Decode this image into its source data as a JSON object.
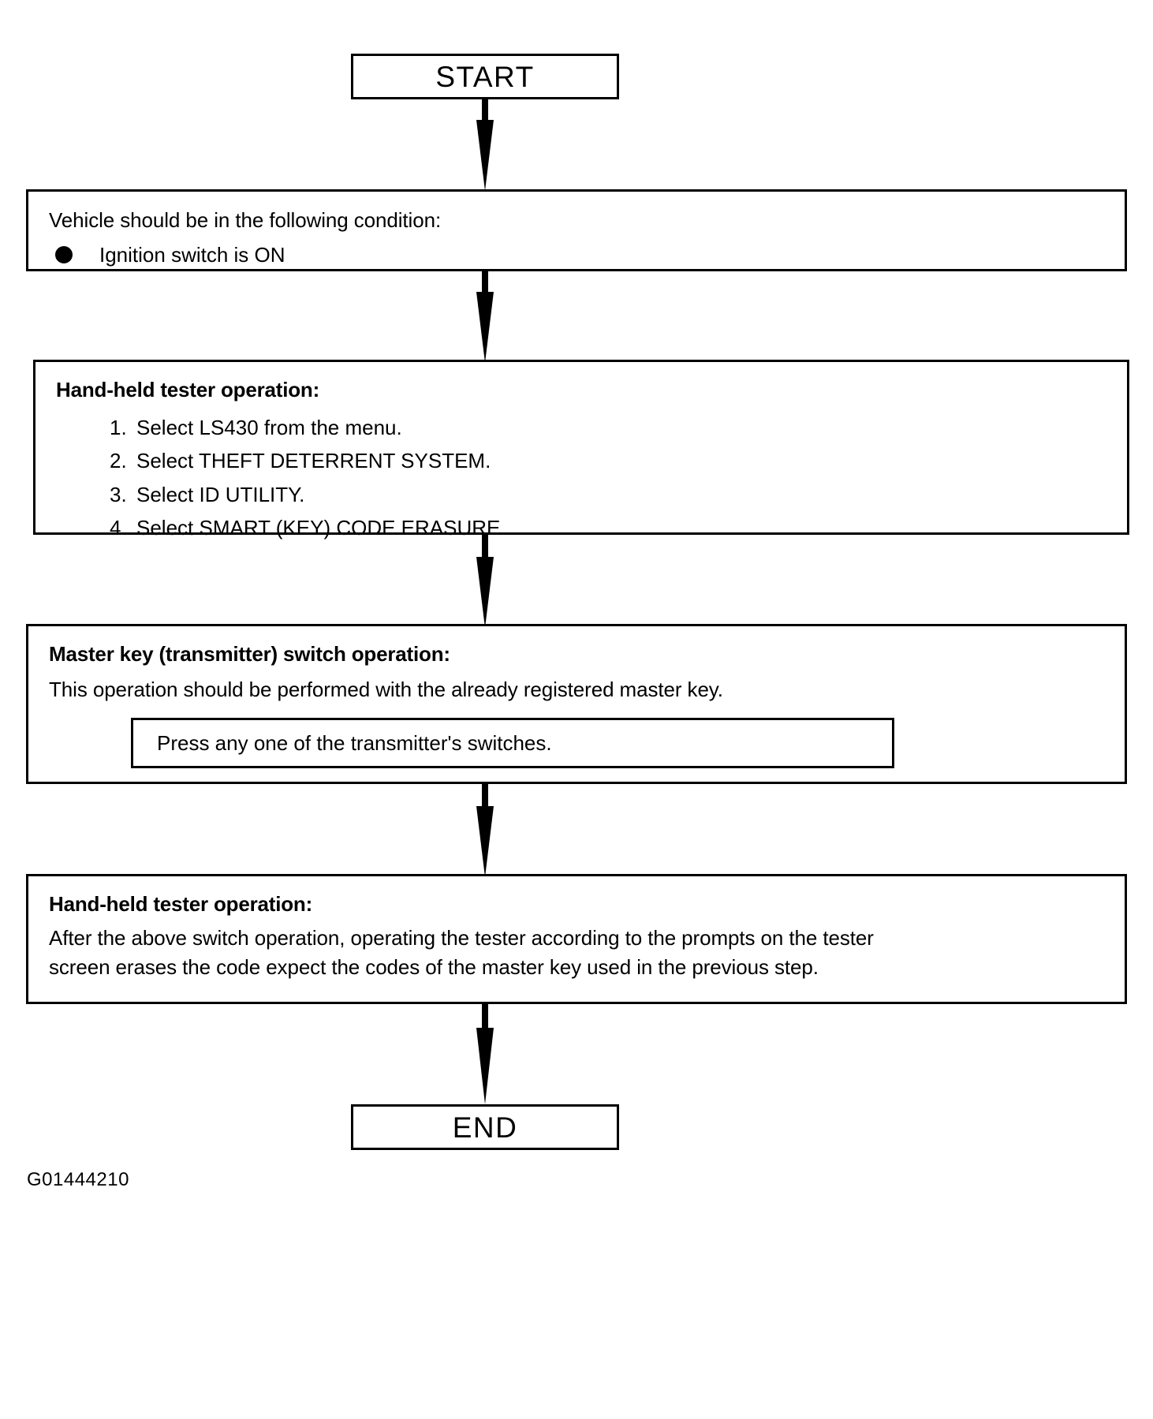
{
  "diagram": {
    "caption": "G01444210",
    "stroke_color": "#000000",
    "background_color": "#ffffff"
  },
  "start": {
    "label": "START"
  },
  "end": {
    "label": "END"
  },
  "nodes": {
    "condition": {
      "text": "Vehicle should be in the following condition:",
      "bullets": [
        {
          "marker": "filled-circle",
          "label": "Ignition switch is ON"
        }
      ]
    },
    "tester_menu": {
      "title": "Hand-held tester operation:",
      "steps": [
        {
          "index": "1.",
          "text": "Select LS430 from the menu."
        },
        {
          "index": "2.",
          "text": "Select THEFT DETERRENT SYSTEM."
        },
        {
          "index": "3.",
          "text": "Select ID UTILITY."
        },
        {
          "index": "4.",
          "text": "Select SMART (KEY) CODE ERASURE."
        }
      ]
    },
    "master_key": {
      "title": "Master key (transmitter) switch operation:",
      "text": "This operation should be performed with the already registered master key.",
      "inner_box": "Press any one of the transmitter's switches."
    },
    "tester_erase": {
      "title": "Hand-held tester operation:",
      "line1": "After the above switch operation, operating the tester according to the prompts on the tester",
      "line2": "screen erases the code expect the codes of the master key used in the previous step."
    }
  },
  "connectors": [
    {
      "name": "start-to-condition"
    },
    {
      "name": "condition-to-tester-menu"
    },
    {
      "name": "tester-menu-to-master-key"
    },
    {
      "name": "master-key-to-tester-erase"
    },
    {
      "name": "tester-erase-to-end"
    }
  ]
}
